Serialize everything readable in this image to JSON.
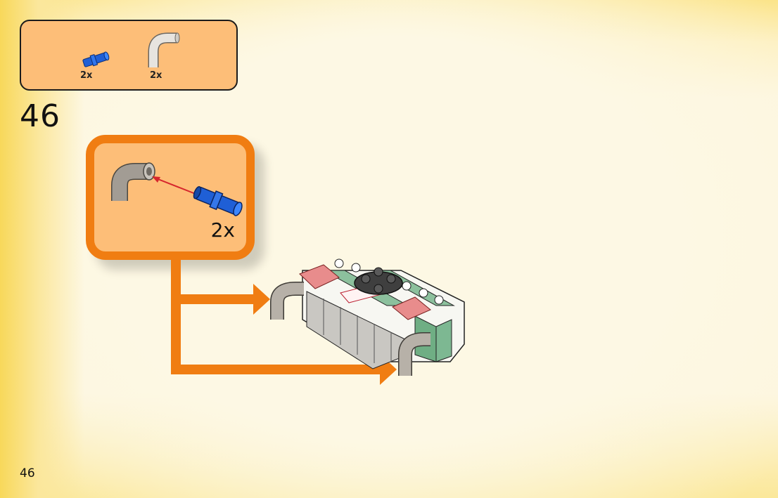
{
  "page": {
    "step_number": "46",
    "page_number": "46"
  },
  "parts_list": [
    {
      "icon": "blue-axle-pin-icon",
      "qty": "2x"
    },
    {
      "icon": "gray-curved-tube-icon",
      "qty": "2x"
    }
  ],
  "callout": {
    "qty": "2x"
  },
  "colors": {
    "accent_orange": "#f07d12",
    "panel_peach": "#fdbe78",
    "pin_blue": "#1f5fd6",
    "tube_gray": "#9a948c"
  }
}
